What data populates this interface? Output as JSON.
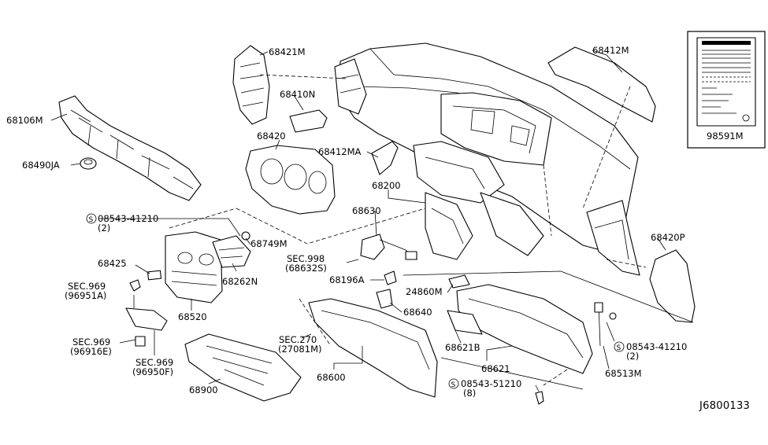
{
  "parts": {
    "p68421M": "68421M",
    "p68412M": "68412M",
    "p68106M": "68106M",
    "p68410N": "68410N",
    "p68490JA": "68490JA",
    "p68420": "68420",
    "p68412MA": "68412MA",
    "p68200": "68200",
    "p08543_41210_a": "08543-41210",
    "p08543_41210_a_qty": "(2)",
    "p68630": "68630",
    "p68749M": "68749M",
    "p68420P": "68420P",
    "p68425": "68425",
    "pSEC998": "SEC.998",
    "pSEC998_ref": "(68632S)",
    "p68262N": "68262N",
    "p68196A": "68196A",
    "p24860M": "24860M",
    "pSEC969_a": "SEC.969",
    "pSEC969_a_ref": "(96951A)",
    "p68640": "68640",
    "p68520": "68520",
    "pSEC969_b": "SEC.969",
    "pSEC969_b_ref": "(96916E)",
    "pSEC270": "SEC.270",
    "pSEC270_ref": "(27081M)",
    "p68621B": "68621B",
    "p08543_41210_b": "08543-41210",
    "p08543_41210_b_qty": "(2)",
    "pSEC969_c": "SEC.969",
    "pSEC969_c_ref": "(96950F)",
    "p68621": "68621",
    "p68513M": "68513M",
    "p68600": "68600",
    "p08543_51210": "08543-51210",
    "p08543_51210_qty": "(8)",
    "p68900": "68900",
    "p98591M": "98591M"
  },
  "screw_symbol": "S",
  "diagram_code": "J6800133"
}
